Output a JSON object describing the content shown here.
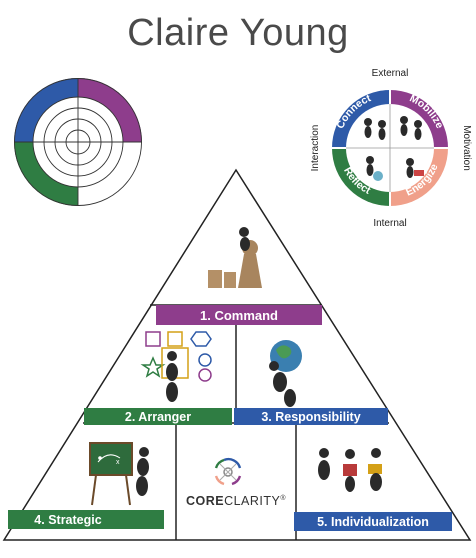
{
  "title": "Claire Young",
  "colors": {
    "blue": "#2e5aa8",
    "purple": "#8e3d8c",
    "green": "#2f7d43",
    "salmon": "#f0a08a",
    "outline": "#222222"
  },
  "compass": {
    "top": "External",
    "bottom": "Internal",
    "left": "Interaction",
    "right": "Motivation",
    "quadrants": [
      "Connect",
      "Mobilize",
      "Reflect",
      "Energize"
    ]
  },
  "pyramid": {
    "strengths": [
      {
        "rank": "1. Command",
        "color": "#8e3d8c"
      },
      {
        "rank": "2. Arranger",
        "color": "#2f7d43"
      },
      {
        "rank": "3. Responsibility",
        "color": "#2e5aa8"
      },
      {
        "rank": "4. Strategic",
        "color": "#2f7d43"
      },
      {
        "rank": "5. Individualization",
        "color": "#2e5aa8"
      }
    ]
  },
  "brand": {
    "name_part1": "CORE",
    "name_part2": "CLARITY",
    "trademark": "®"
  }
}
